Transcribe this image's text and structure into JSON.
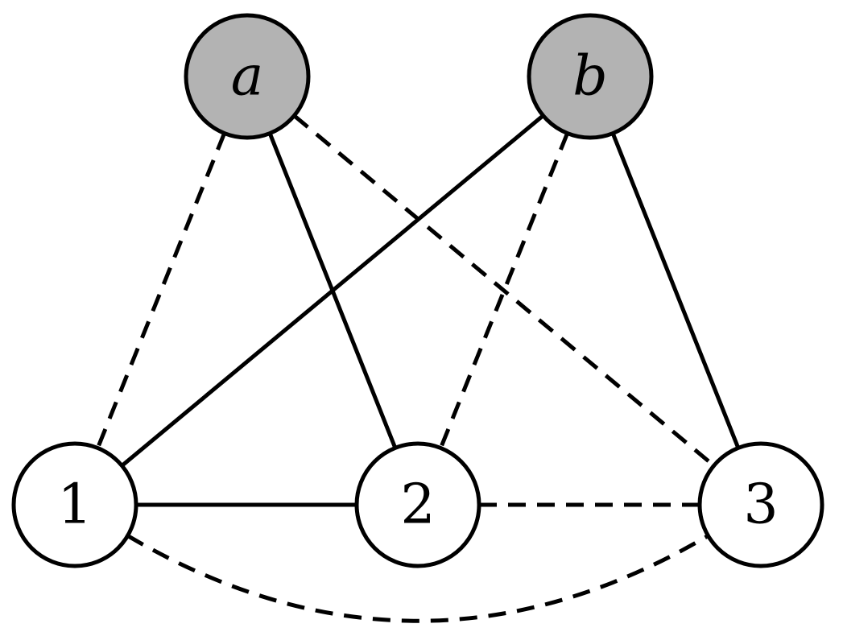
{
  "diagram": {
    "colors": {
      "stroke": "#000000",
      "shaded_fill": "#b3b3b3",
      "plain_fill": "#ffffff"
    },
    "nodes": [
      {
        "id": "a",
        "label": "a",
        "style": "shaded",
        "italic": true
      },
      {
        "id": "b",
        "label": "b",
        "style": "shaded",
        "italic": true
      },
      {
        "id": "1",
        "label": "1",
        "style": "plain",
        "italic": false
      },
      {
        "id": "2",
        "label": "2",
        "style": "plain",
        "italic": false
      },
      {
        "id": "3",
        "label": "3",
        "style": "plain",
        "italic": false
      }
    ],
    "edges": [
      {
        "from": "a",
        "to": "1",
        "style": "dashed"
      },
      {
        "from": "a",
        "to": "2",
        "style": "solid"
      },
      {
        "from": "a",
        "to": "3",
        "style": "dashed"
      },
      {
        "from": "b",
        "to": "1",
        "style": "solid"
      },
      {
        "from": "b",
        "to": "2",
        "style": "dashed"
      },
      {
        "from": "b",
        "to": "3",
        "style": "solid"
      },
      {
        "from": "1",
        "to": "2",
        "style": "solid"
      },
      {
        "from": "2",
        "to": "3",
        "style": "dashed"
      },
      {
        "from": "1",
        "to": "3",
        "style": "dashed",
        "curved": true
      }
    ]
  }
}
